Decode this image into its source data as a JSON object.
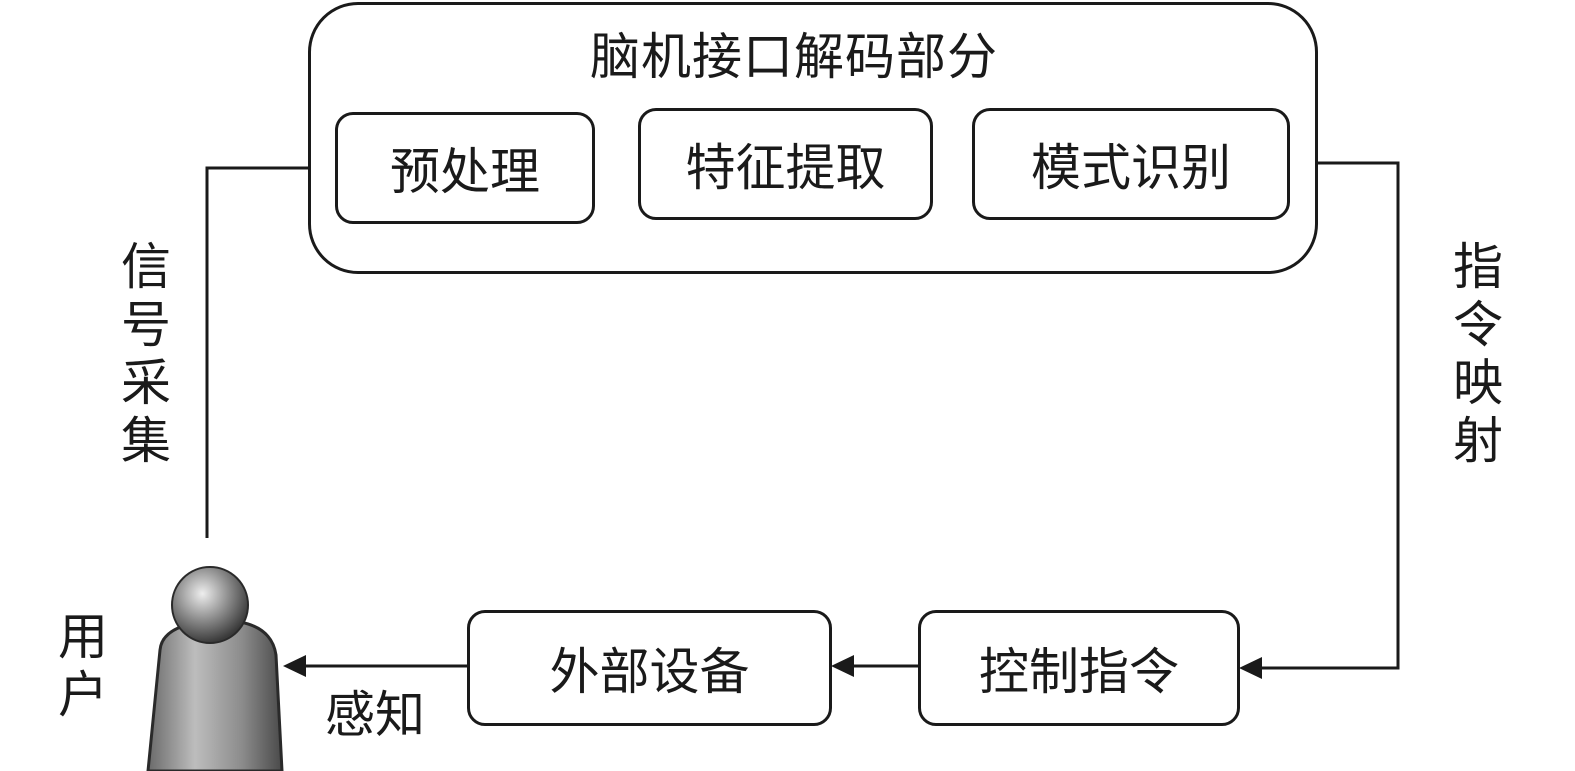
{
  "diagram": {
    "group_title": "脑机接口解码部分",
    "stages": {
      "preprocess": "预处理",
      "feature": "特征提取",
      "recognition": "模式识别"
    },
    "control_command": "控制指令",
    "external_device": "外部设备",
    "edge_labels": {
      "acquisition": "信号采集",
      "mapping": "指令映射",
      "perception": "感知"
    },
    "user_label": "用户",
    "user_icon": "user-icon"
  }
}
